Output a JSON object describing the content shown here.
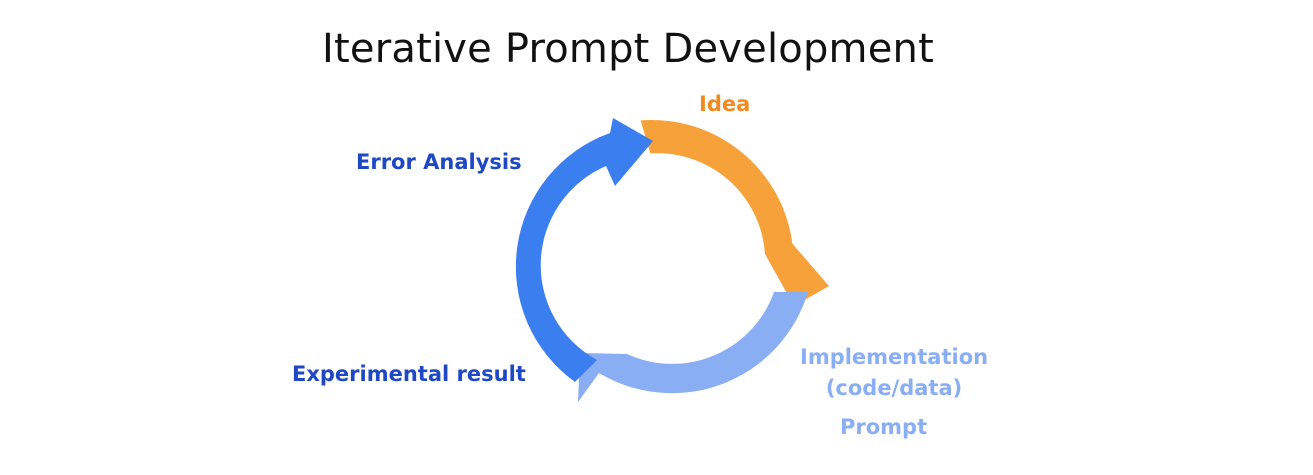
{
  "title": "Iterative Prompt Development",
  "colors": {
    "idea": "#f7a13a",
    "implementation": "#8aaef4",
    "error_analysis": "#3a7ef0",
    "dark_label": "#1f49c4",
    "idea_label": "#f28a1e"
  },
  "stages": {
    "idea": "Idea",
    "implementation_line1": "Implementation",
    "implementation_line2": "(code/data)",
    "implementation_sub": "Prompt",
    "experimental_result": "Experimental result",
    "error_analysis": "Error Analysis"
  }
}
